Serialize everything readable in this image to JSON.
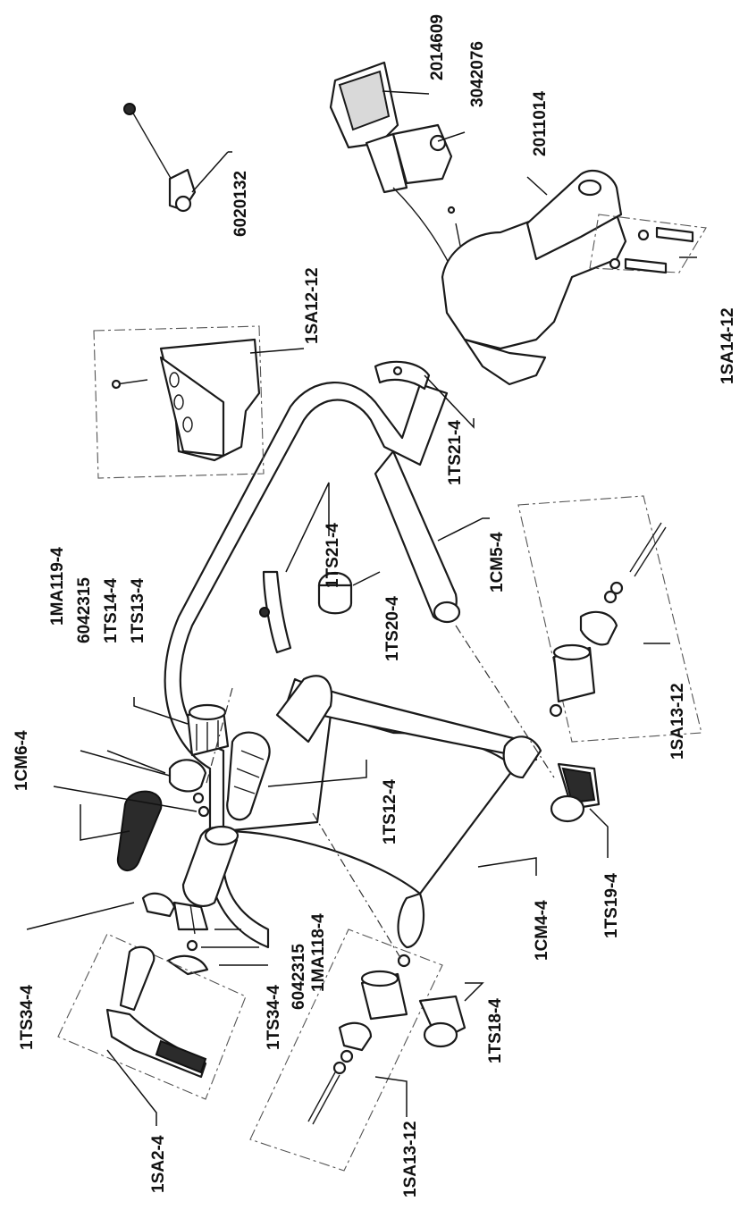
{
  "labels": {
    "p2014609": "2014609",
    "p3042076": "3042076",
    "p2011014": "2011014",
    "p6020132": "6020132",
    "p1SA12_12": "1SA12-12",
    "p1SA14_12": "1SA14-12",
    "p1TS21_4_right": "1TS21-4",
    "p1TS21_4_left": "1TS21-4",
    "p1CM5_4": "1CM5-4",
    "p1TS20_4": "1TS20-4",
    "p1SA13_12_right": "1SA13-12",
    "p1MA119_4": "1MA119-4",
    "p6042315_top": "6042315",
    "p1TS14_4": "1TS14-4",
    "p1TS13_4": "1TS13-4",
    "p1CM6_4": "1CM6-4",
    "p1TS12_4": "1TS12-4",
    "p1TS19_4": "1TS19-4",
    "p1CM4_4": "1CM4-4",
    "p1TS34_4_left": "1TS34-4",
    "p1TS34_4_mid": "1TS34-4",
    "p6042315_bottom": "6042315",
    "p1MA118_4": "1MA118-4",
    "p1TS18_4": "1TS18-4",
    "p1SA2_4": "1SA2-4",
    "p1SA13_12_left": "1SA13-12"
  }
}
